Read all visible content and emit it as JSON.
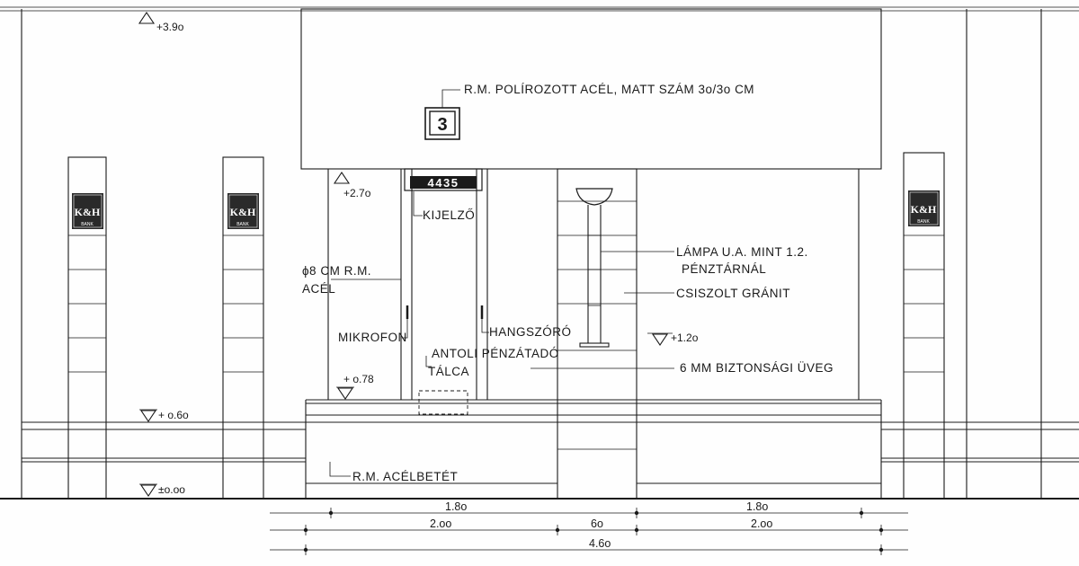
{
  "levels": {
    "top": "+3.9o",
    "opening": "+2.7o",
    "counter": "+ o.78",
    "lamp": "+1.2o",
    "plinth": "+ o.6o",
    "ground": "±o.oo"
  },
  "sign": {
    "number": "3",
    "note": "R.M. POLÍROZOTT ACÉL, MATT SZÁM  3o/3o CM"
  },
  "display": {
    "value": "4435",
    "label": "KIJELZŐ"
  },
  "logo": {
    "text": "K&H",
    "subtext": "BANK"
  },
  "labels": {
    "steel_line1": "ϕ8 CM R.M.",
    "steel_line2": "ACÉL",
    "microphone": "MIKROFON",
    "speaker": "HANGSZÓRÓ",
    "tray_line1": "ANTOLI PÉNZÁTADÓ",
    "tray_line2": "TÁLCA",
    "lamp_line1": "LÁMPA U.A. MINT 1.2.",
    "lamp_line2": "PÉNZTÁRNÁL",
    "granite": "CSISZOLT GRÁNIT",
    "glass": "6 MM BIZTONSÁGI ÜVEG",
    "insert": "R.M. ACÉLBETÉT"
  },
  "dimensions": {
    "row1": [
      "1.8o",
      "1.8o"
    ],
    "row2": [
      "2.oo",
      "6o",
      "2.oo"
    ],
    "row3": [
      "4.6o"
    ]
  },
  "colors": {
    "line": "#1a1a1a",
    "paper": "#fefefe"
  }
}
